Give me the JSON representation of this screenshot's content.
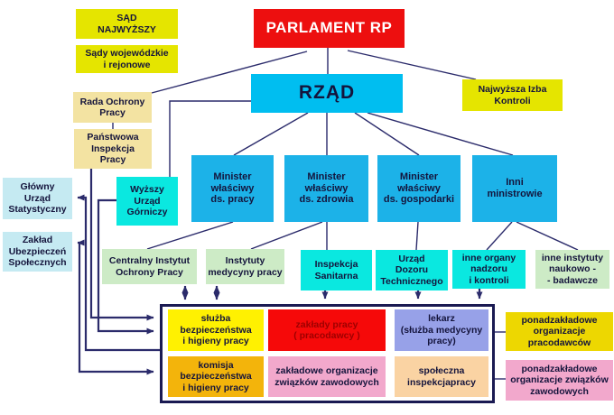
{
  "diagram": {
    "title_node": "PARLAMENT RP",
    "nodes": {
      "sad_najwyzszy": {
        "label": "SĄD\nNAJWYŻSZY"
      },
      "sady_wojewodzkie": {
        "label": "Sądy wojewódzkie\ni rejonowe"
      },
      "parlament": {
        "label": "PARLAMENT RP"
      },
      "rzad": {
        "label": "RZĄD"
      },
      "nik": {
        "label": "Najwyższa Izba\nKontroli"
      },
      "rada_ochrony_pracy": {
        "label": "Rada Ochrony\nPracy"
      },
      "panstwowa_inspekcja_pracy": {
        "label": "Państwowa\nInspekcja\nPracy"
      },
      "gus": {
        "label": "Główny\nUrząd\nStatystyczny"
      },
      "zus": {
        "label": "Zakład\nUbezpieczeń\nSpołecznych"
      },
      "wug": {
        "label": "Wyższy\nUrząd\nGórniczy"
      },
      "minister_pracy": {
        "label": "Minister\nwłaściwy\nds. pracy"
      },
      "minister_zdrowia": {
        "label": "Minister\nwłaściwy\nds. zdrowia"
      },
      "minister_gospodarki": {
        "label": "Minister\nwłaściwy\nds. gospodarki"
      },
      "inni_ministrowie": {
        "label": "Inni\nministrowie"
      },
      "ciop": {
        "label": "Centralny Instytut\nOchrony Pracy"
      },
      "instytuty_medycyny": {
        "label": "Instytuty\nmedycyny pracy"
      },
      "inspekcja_sanitarna": {
        "label": "Inspekcja\nSanitarna"
      },
      "udt": {
        "label": "Urząd\nDozoru\nTechnicznego"
      },
      "inne_organy": {
        "label": "inne organy\nnadzoru\ni kontroli"
      },
      "inne_instytuty": {
        "label": "inne instytuty\nnaukowo -\n- badawcze"
      },
      "sluzba_bhp": {
        "label": "służba\nbezpieczeństwa\ni higieny pracy"
      },
      "zaklady_pracy": {
        "label": "zakłady pracy\n( pracodawcy )"
      },
      "lekarz": {
        "label": "lekarz\n(służba medycyny\npracy)"
      },
      "komisja_bhp": {
        "label": "komisja\nbezpieczeństwa\ni higieny pracy"
      },
      "zakladowe_organizacje": {
        "label": "zakładowe organizacje\nzwiązków zawodowych"
      },
      "spoleczna_inspekcja": {
        "label": "społeczna\ninspekcjapracy"
      },
      "ponadzakladowe_pracodawcow": {
        "label": "ponadzakładowe\norganizacje\npracodawców"
      },
      "ponadzakladowe_zwiazkow": {
        "label": "ponadzakładowe\norganizacje związków\nzawodowych"
      }
    },
    "colors": {
      "red": "#ED0F0F",
      "yellow": "#E5E500",
      "bright_yellow": "#FFF101",
      "gold": "#EDD701",
      "cream": "#F3E3A2",
      "light_blue": "#C5EAF2",
      "cyan": "#1CB2E8",
      "rzad_cyan": "#00BEF0",
      "turquoise": "#0AE8E0",
      "light_green": "#CDEBC6",
      "orange": "#F3B40B",
      "pink": "#F2A8CC",
      "peach": "#FAD3A3",
      "periwinkle": "#97A1E8",
      "line_navy": "#2B2B6B",
      "dark_red_text": "#9E0000"
    }
  }
}
